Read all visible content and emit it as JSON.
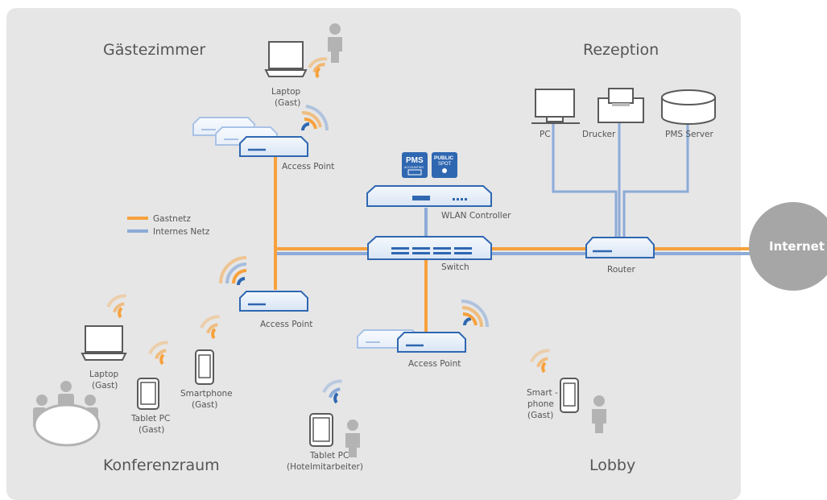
{
  "rooms": {
    "guest_room": "Gästezimmer",
    "reception": "Rezeption",
    "conference": "Konferenzraum",
    "lobby": "Lobby"
  },
  "legend": {
    "guest_net": "Gastnetz",
    "internal_net": "Internes Netz"
  },
  "devices": {
    "laptop_guest_top_1": "Laptop",
    "laptop_guest_top_2": "(Gast)",
    "ap_top": "Access Point",
    "ap_left": "Access Point",
    "ap_bottom": "Access Point",
    "wlan_controller": "WLAN Controller",
    "switch": "Switch",
    "router": "Router",
    "internet": "Internet",
    "pc": "PC",
    "printer": "Drucker",
    "pms_server": "PMS Server",
    "laptop_conf_1": "Laptop",
    "laptop_conf_2": "(Gast)",
    "tablet_conf_1": "Tablet PC",
    "tablet_conf_2": "(Gast)",
    "smartphone_conf_1": "Smartphone",
    "smartphone_conf_2": "(Gast)",
    "tablet_staff_1": "Tablet PC",
    "tablet_staff_2": "(Hotelmitarbeiter)",
    "smartphone_lobby_1": "Smart -",
    "smartphone_lobby_2": "phone",
    "smartphone_lobby_3": "(Gast)",
    "pms_badge_1": "PMS",
    "pms_badge_2": "ACCOUNTING",
    "public_badge_1": "PUBLIC",
    "public_badge_2": "SPOT"
  },
  "colors": {
    "guest_net": "#f7a13c",
    "internal_net": "#8cabd9",
    "device_blue": "#2f67b1",
    "panel": "#e6e6e6",
    "person": "#b3b3b3"
  }
}
